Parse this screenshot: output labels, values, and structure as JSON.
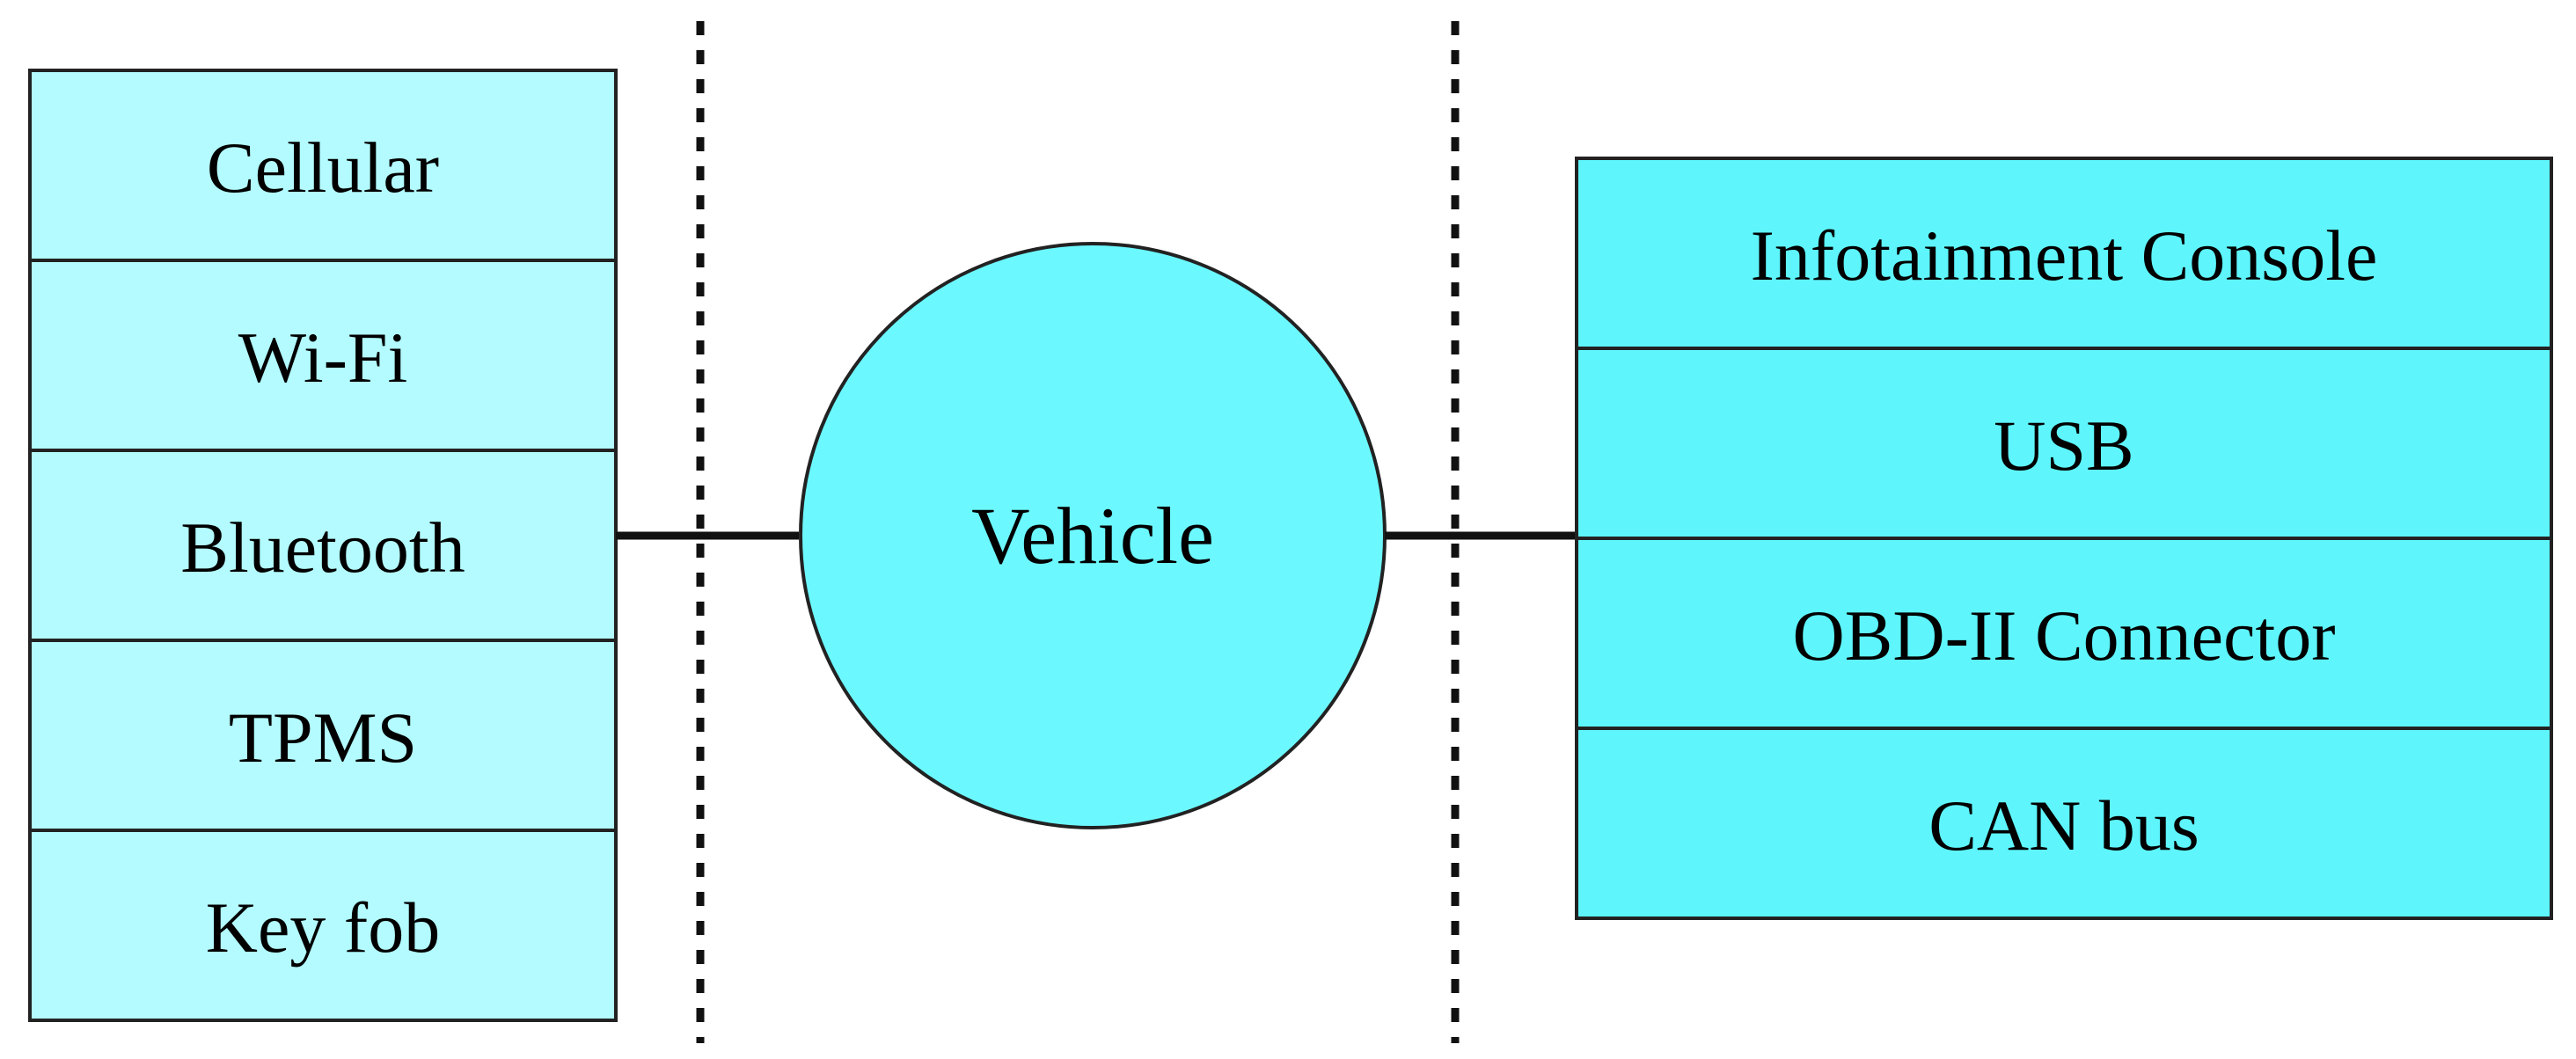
{
  "diagram": {
    "left_stack": {
      "items": [
        "Cellular",
        "Wi-Fi",
        "Bluetooth",
        "TPMS",
        "Key fob"
      ],
      "fill_color": "#b3fbff"
    },
    "center": {
      "label": "Vehicle",
      "fill_color": "#6cf8ff"
    },
    "right_stack": {
      "items": [
        "Infotainment Console",
        "USB",
        "OBD-II Connector",
        "CAN bus"
      ],
      "fill_color": "#5ef5fc"
    },
    "stroke_color": "#222222"
  }
}
